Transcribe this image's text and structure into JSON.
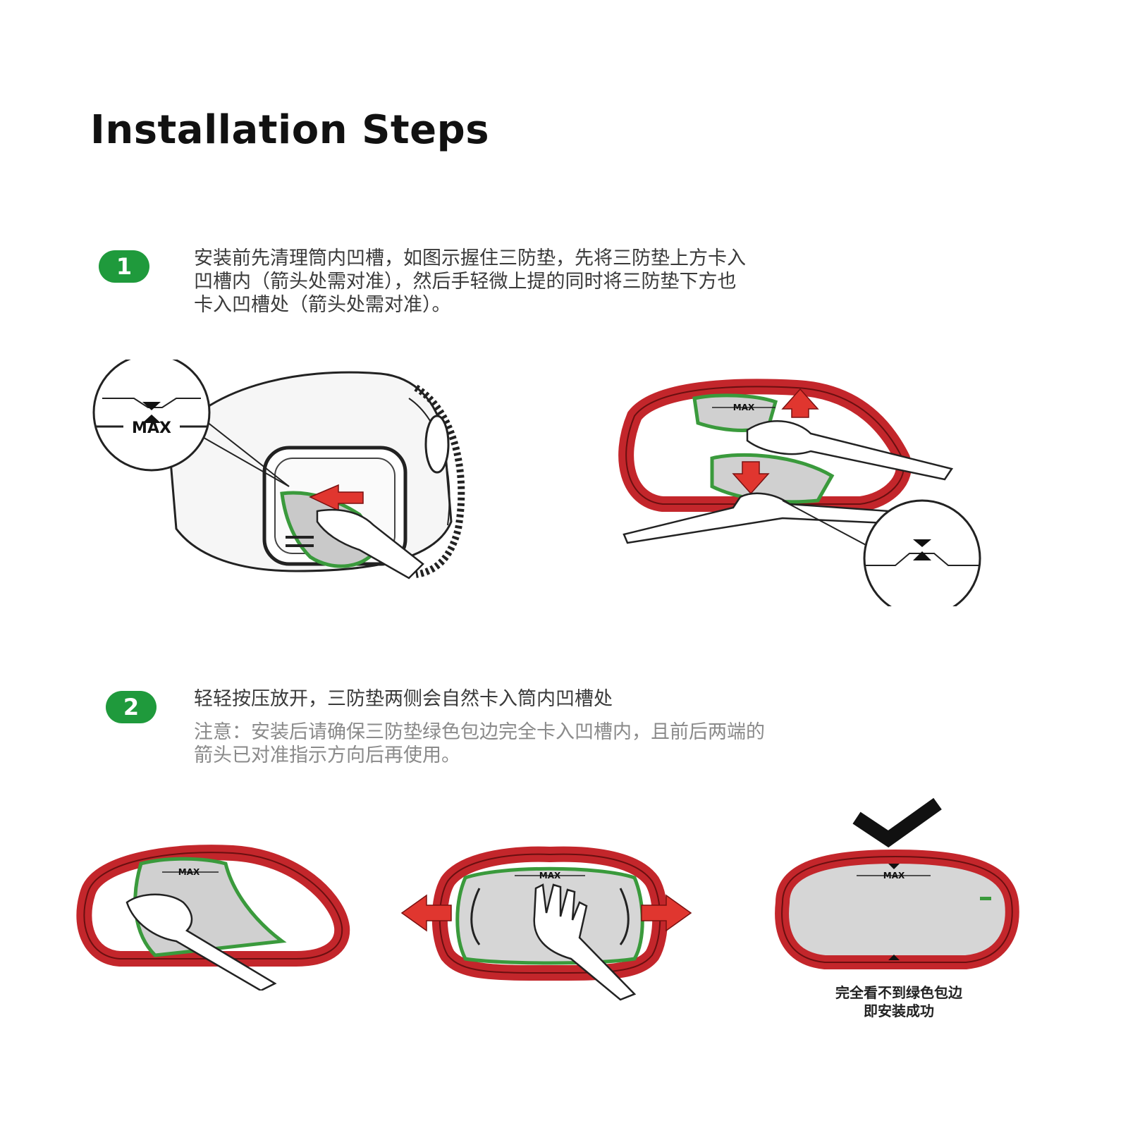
{
  "page": {
    "title": "Installation Steps"
  },
  "steps": [
    {
      "number": "1",
      "lines": [
        "安装前先清理筒内凹槽，如图示握住三防垫，先将三防垫上方卡入",
        "凹槽内（箭头处需对准），然后手轻微上提的同时将三防垫下方也",
        "卡入凹槽处（箭头处需对准）。"
      ]
    },
    {
      "number": "2",
      "lines": [
        "轻轻按压放开，三防垫两侧会自然卡入筒内凹槽处"
      ],
      "note_lines": [
        "注意：安装后请确保三防垫绿色包边完全卡入凹槽内，且前后两端的",
        "箭头已对准指示方向后再使用。"
      ]
    }
  ],
  "illustrations": {
    "max_label": "MAX",
    "success_caption": [
      "完全看不到绿色包边",
      "即安装成功"
    ]
  },
  "colors": {
    "badge": "#1f9a3c",
    "ring_red": "#c3262b",
    "edge_green": "#3a9a3c",
    "pad_gray": "#d8d8d8",
    "arrow_red": "#e0362f"
  }
}
